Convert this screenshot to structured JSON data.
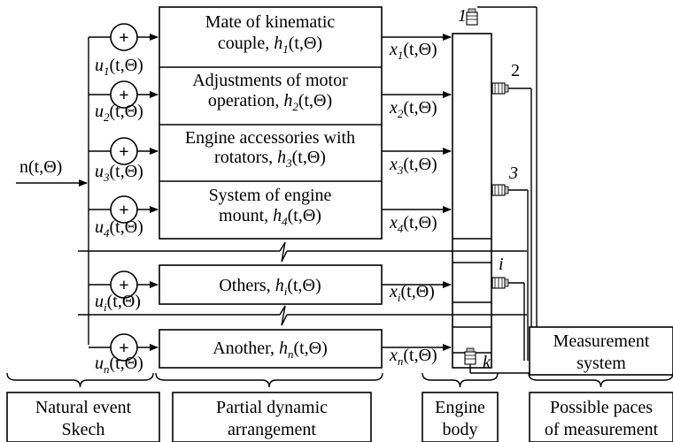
{
  "input_label": "n(t,Θ)",
  "inputs": [
    {
      "u": "u",
      "sub": "1",
      "arg": "(t,Θ)"
    },
    {
      "u": "u",
      "sub": "2",
      "arg": "(t,Θ)"
    },
    {
      "u": "u",
      "sub": "3",
      "arg": "(t,Θ)"
    },
    {
      "u": "u",
      "sub": "4",
      "arg": "(t,Θ)"
    },
    {
      "u": "u",
      "sub": "i",
      "arg": "(t,Θ)"
    },
    {
      "u": "u",
      "sub": "n",
      "arg": "(t,Θ)"
    }
  ],
  "plus_symbol": "+",
  "blocks": [
    {
      "line1": "Mate of kinematic",
      "line2": "couple, ",
      "h_sub": "1"
    },
    {
      "line1": "Adjustments of motor",
      "line2": "operation, ",
      "h_sub": "2"
    },
    {
      "line1": "Engine accessories with",
      "line2": "rotators, ",
      "h_sub": "3"
    },
    {
      "line1": "System of engine",
      "line2": "mount, ",
      "h_sub": "4"
    },
    {
      "line1": "",
      "line2": "Others, ",
      "h_sub": "i"
    },
    {
      "line1": "",
      "line2": "Another, ",
      "h_sub": "n"
    }
  ],
  "h_func": "h",
  "func_arg": "(t,Θ)",
  "outputs": [
    {
      "x": "x",
      "sub": "1"
    },
    {
      "x": "x",
      "sub": "2"
    },
    {
      "x": "x",
      "sub": "3"
    },
    {
      "x": "x",
      "sub": "4"
    },
    {
      "x": "x",
      "sub": "i"
    },
    {
      "x": "x",
      "sub": "n"
    }
  ],
  "sensor_labels": [
    "1",
    "2",
    "3",
    "i",
    "k"
  ],
  "measurement_system": {
    "line1": "Measurement",
    "line2": "system"
  },
  "bottom_labels": [
    {
      "line1": "Natural event",
      "line2": "Skech"
    },
    {
      "line1": "Partial dynamic",
      "line2": "arrangement"
    },
    {
      "line1": "Engine",
      "line2": "body"
    },
    {
      "line1": "Possible paces",
      "line2": "of measurement"
    }
  ]
}
